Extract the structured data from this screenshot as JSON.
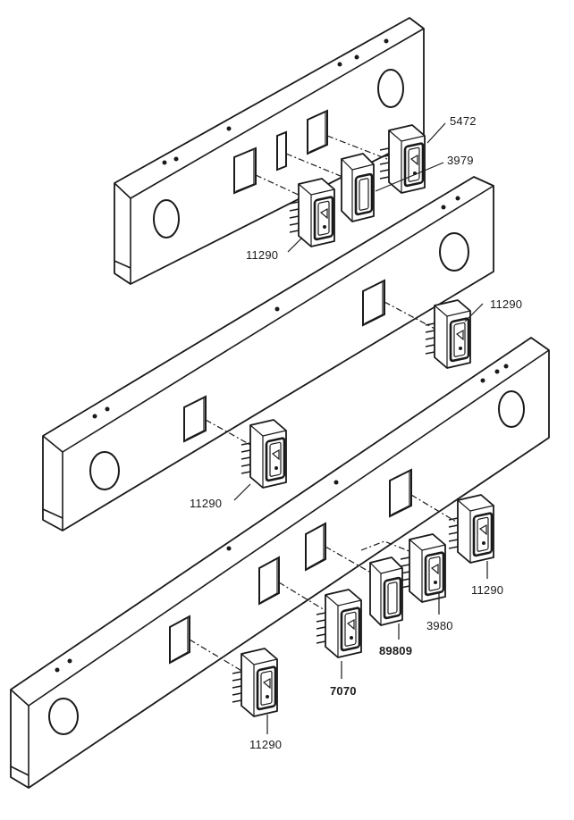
{
  "figure": {
    "callouts": [
      {
        "id": "c1",
        "text": "5472"
      },
      {
        "id": "c2",
        "text": "3979"
      },
      {
        "id": "c3",
        "text": "11290"
      },
      {
        "id": "c4",
        "text": "11290"
      },
      {
        "id": "c5",
        "text": "11290"
      },
      {
        "id": "c6",
        "text": "11290"
      },
      {
        "id": "c7",
        "text": "3980"
      },
      {
        "id": "c8",
        "text": "89809"
      },
      {
        "id": "c9",
        "text": "7070"
      },
      {
        "id": "c10",
        "text": "11290"
      }
    ]
  }
}
